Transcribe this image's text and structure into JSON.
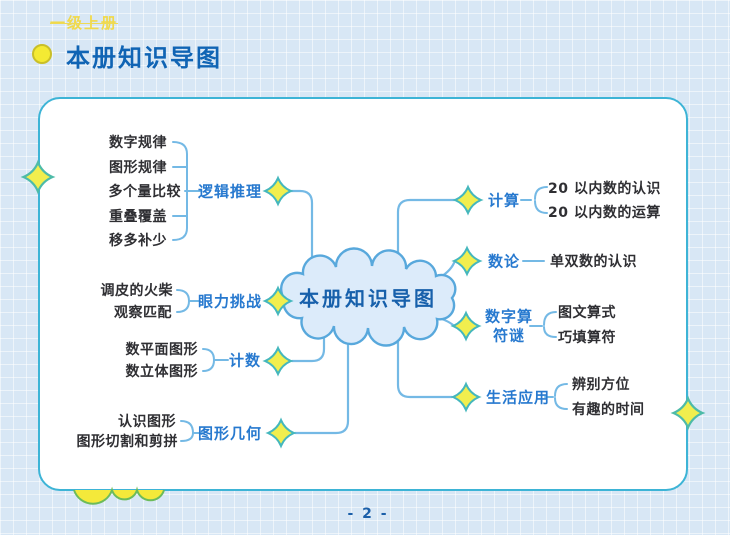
{
  "header": {
    "grade": "一级上册",
    "title": "本册知识导图"
  },
  "mindmap": {
    "center": "本册知识导图",
    "left_branches": [
      {
        "label": "逻辑推理",
        "children": [
          "数字规律",
          "图形规律",
          "多个量比较",
          "重叠覆盖",
          "移多补少"
        ]
      },
      {
        "label": "眼力挑战",
        "children": [
          "调皮的火柴",
          "观察匹配"
        ]
      },
      {
        "label": "计数",
        "children": [
          "数平面图形",
          "数立体图形"
        ]
      },
      {
        "label": "图形几何",
        "children": [
          "认识图形",
          "图形切割和剪拼"
        ]
      }
    ],
    "right_branches": [
      {
        "label": "计算",
        "children": [
          "20 以内数的认识",
          "20 以内数的运算"
        ]
      },
      {
        "label": "数论",
        "children": [
          "单双数的认识"
        ]
      },
      {
        "label": "数字算符谜",
        "children": [
          "图文算式",
          "巧填算符"
        ]
      },
      {
        "label": "生活应用",
        "children": [
          "辨别方位",
          "有趣的时间"
        ]
      }
    ]
  },
  "footer": {
    "page_number": "- 2 -"
  },
  "colors": {
    "background": "#d8e7f5",
    "panel_border": "#3db4d6",
    "connector": "#74b9e5",
    "branch_label": "#2779cf",
    "diamond_fill": "#f1ee4e",
    "diamond_stroke": "#44b7bd",
    "cloud_fill": "#dcebfa",
    "cloud_stroke": "#58a8dc",
    "title_blue": "#1064b4",
    "grade_yellow": "#f0d94a",
    "bottom_cloud_fill": "#f4e93a",
    "bottom_cloud_stroke": "#6cbb5a"
  }
}
